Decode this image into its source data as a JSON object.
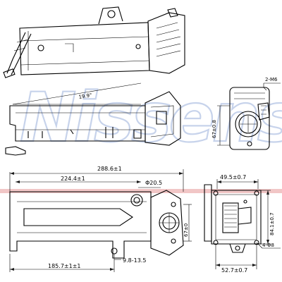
{
  "watermark": "Nissens",
  "brand_band_color": "#e8a0a0",
  "watermark_color": "#9bb0dc",
  "dimensions": {
    "angle_label": "19.9°",
    "bolt_label": "2-M6",
    "side_height": "67±0.8",
    "overall_length": "288.6±1",
    "inner_length": "224.4±1",
    "pipe_dia": "Φ20.5",
    "flange_hole_span": "67±0",
    "bottom_length": "185.7±1±1",
    "slot_size": "9.8-13.5",
    "flange_width_top": "49.5±0.7",
    "flange_height": "84.1±0.7",
    "flange_holes": "4-Φ8",
    "flange_width_bottom": "52.7±0.7"
  }
}
